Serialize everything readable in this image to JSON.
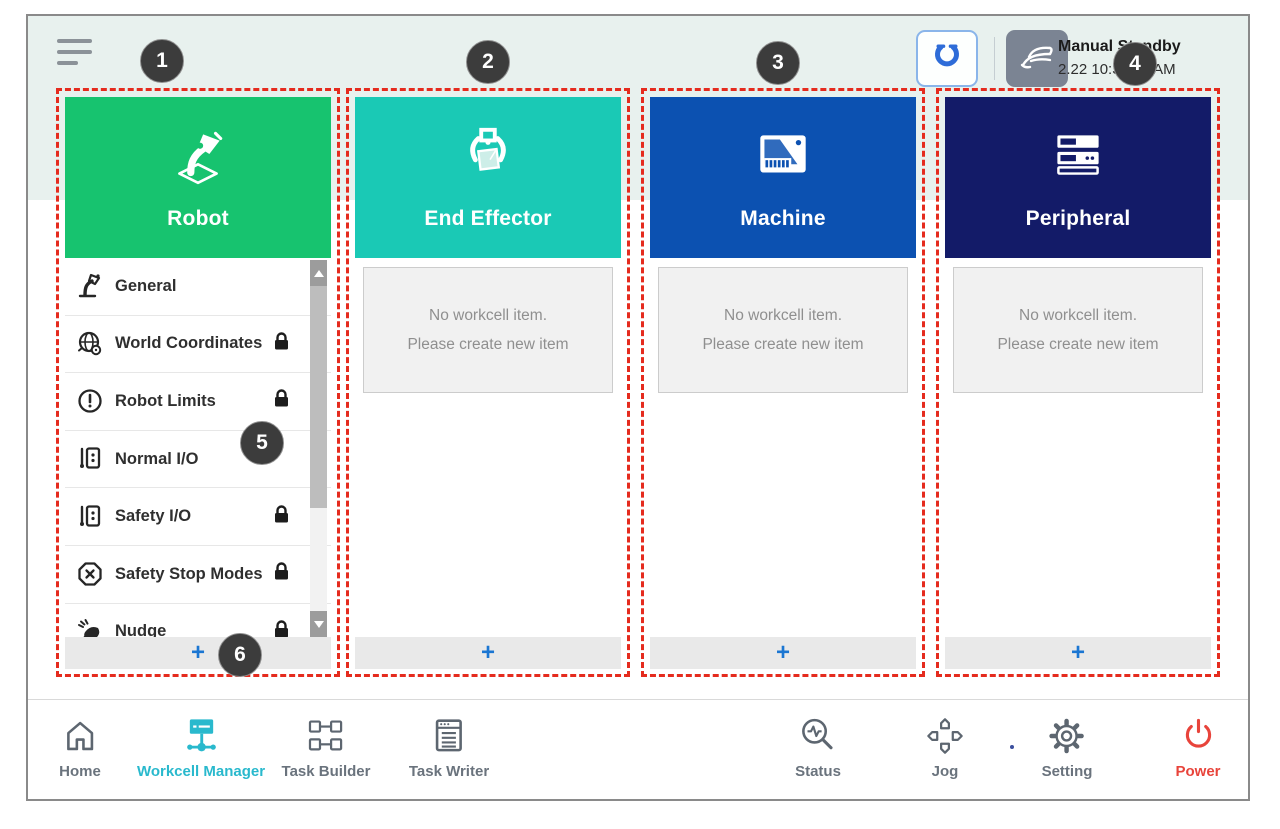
{
  "topbar": {
    "mode_label": "Manual Standby",
    "timestamp": "2.22 10:36:22 AM",
    "robot_mode_icon": "cobot-horseshoe-icon",
    "hand_mode_icon": "manual-hand-icon"
  },
  "columns": [
    {
      "label": "Robot",
      "color": "#17c36f",
      "icon": "robot-arm-icon"
    },
    {
      "label": "End Effector",
      "color": "#1ac9b5",
      "icon": "gripper-icon"
    },
    {
      "label": "Machine",
      "color": "#0c51b1",
      "icon": "machine-panel-icon"
    },
    {
      "label": "Peripheral",
      "color": "#131b68",
      "icon": "server-rack-icon"
    }
  ],
  "robot_menu": [
    {
      "label": "General",
      "locked": false,
      "icon": "robot-icon"
    },
    {
      "label": "World Coordinates",
      "locked": true,
      "icon": "globe-gear-icon"
    },
    {
      "label": "Robot Limits",
      "locked": true,
      "icon": "exclamation-circle-icon"
    },
    {
      "label": "Normal I/O",
      "locked": false,
      "icon": "io-port-icon"
    },
    {
      "label": "Safety I/O",
      "locked": true,
      "icon": "io-port-icon"
    },
    {
      "label": "Safety Stop Modes",
      "locked": true,
      "icon": "octagon-x-icon"
    },
    {
      "label": "Nudge",
      "locked": true,
      "icon": "nudge-hand-icon"
    }
  ],
  "empty_state": {
    "line1": "No workcell item.",
    "line2": "Please create new item"
  },
  "add_button_label": "+",
  "annotations": {
    "badges": [
      "1",
      "2",
      "3",
      "4",
      "5",
      "6"
    ]
  },
  "bottom_nav": {
    "items": [
      {
        "label": "Home",
        "active": false
      },
      {
        "label": "Workcell Manager",
        "active": true
      },
      {
        "label": "Task Builder",
        "active": false
      },
      {
        "label": "Task Writer",
        "active": false
      },
      {
        "label": "Status",
        "active": false
      },
      {
        "label": "Jog",
        "active": false
      },
      {
        "label": "Setting",
        "active": false
      },
      {
        "label": "Power",
        "active": false
      }
    ]
  },
  "colors": {
    "active_nav_teal": "#29b9cd",
    "power_red": "#e8443b",
    "accent_blue": "#1b76d2",
    "annotation_red": "#e52b1e",
    "robot_green": "#17c36f",
    "end_effector_teal": "#1ac9b5",
    "machine_blue": "#0c51b1",
    "peripheral_navy": "#131b68"
  }
}
